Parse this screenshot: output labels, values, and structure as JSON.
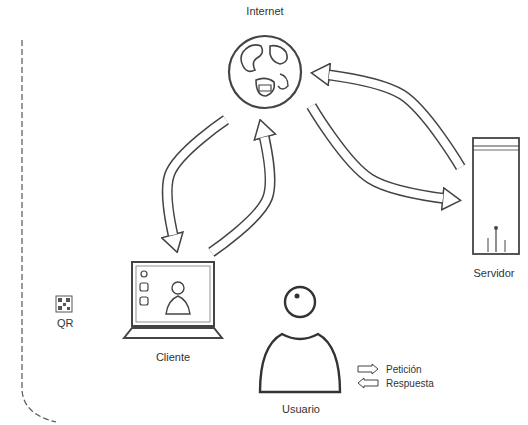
{
  "diagram": {
    "nodes": [
      {
        "text": [
          "Internet"
        ]
      },
      {
        "text": [
          "Servidor"
        ]
      },
      {
        "text": [
          "Cliente"
        ]
      },
      {
        "text": [
          "Usuario"
        ]
      }
    ],
    "edges": [
      {
        "from": 2,
        "to": 0,
        "arrow": "to"
      },
      {
        "from": 0,
        "to": 2,
        "arrow": "to"
      },
      {
        "from": 0,
        "to": 1,
        "arrow": "to"
      },
      {
        "from": 1,
        "to": 0,
        "arrow": "to"
      }
    ],
    "labels": [
      "QR"
    ],
    "legend": [
      {
        "text": "Petición"
      },
      {
        "text": "Respuesta"
      }
    ]
  }
}
